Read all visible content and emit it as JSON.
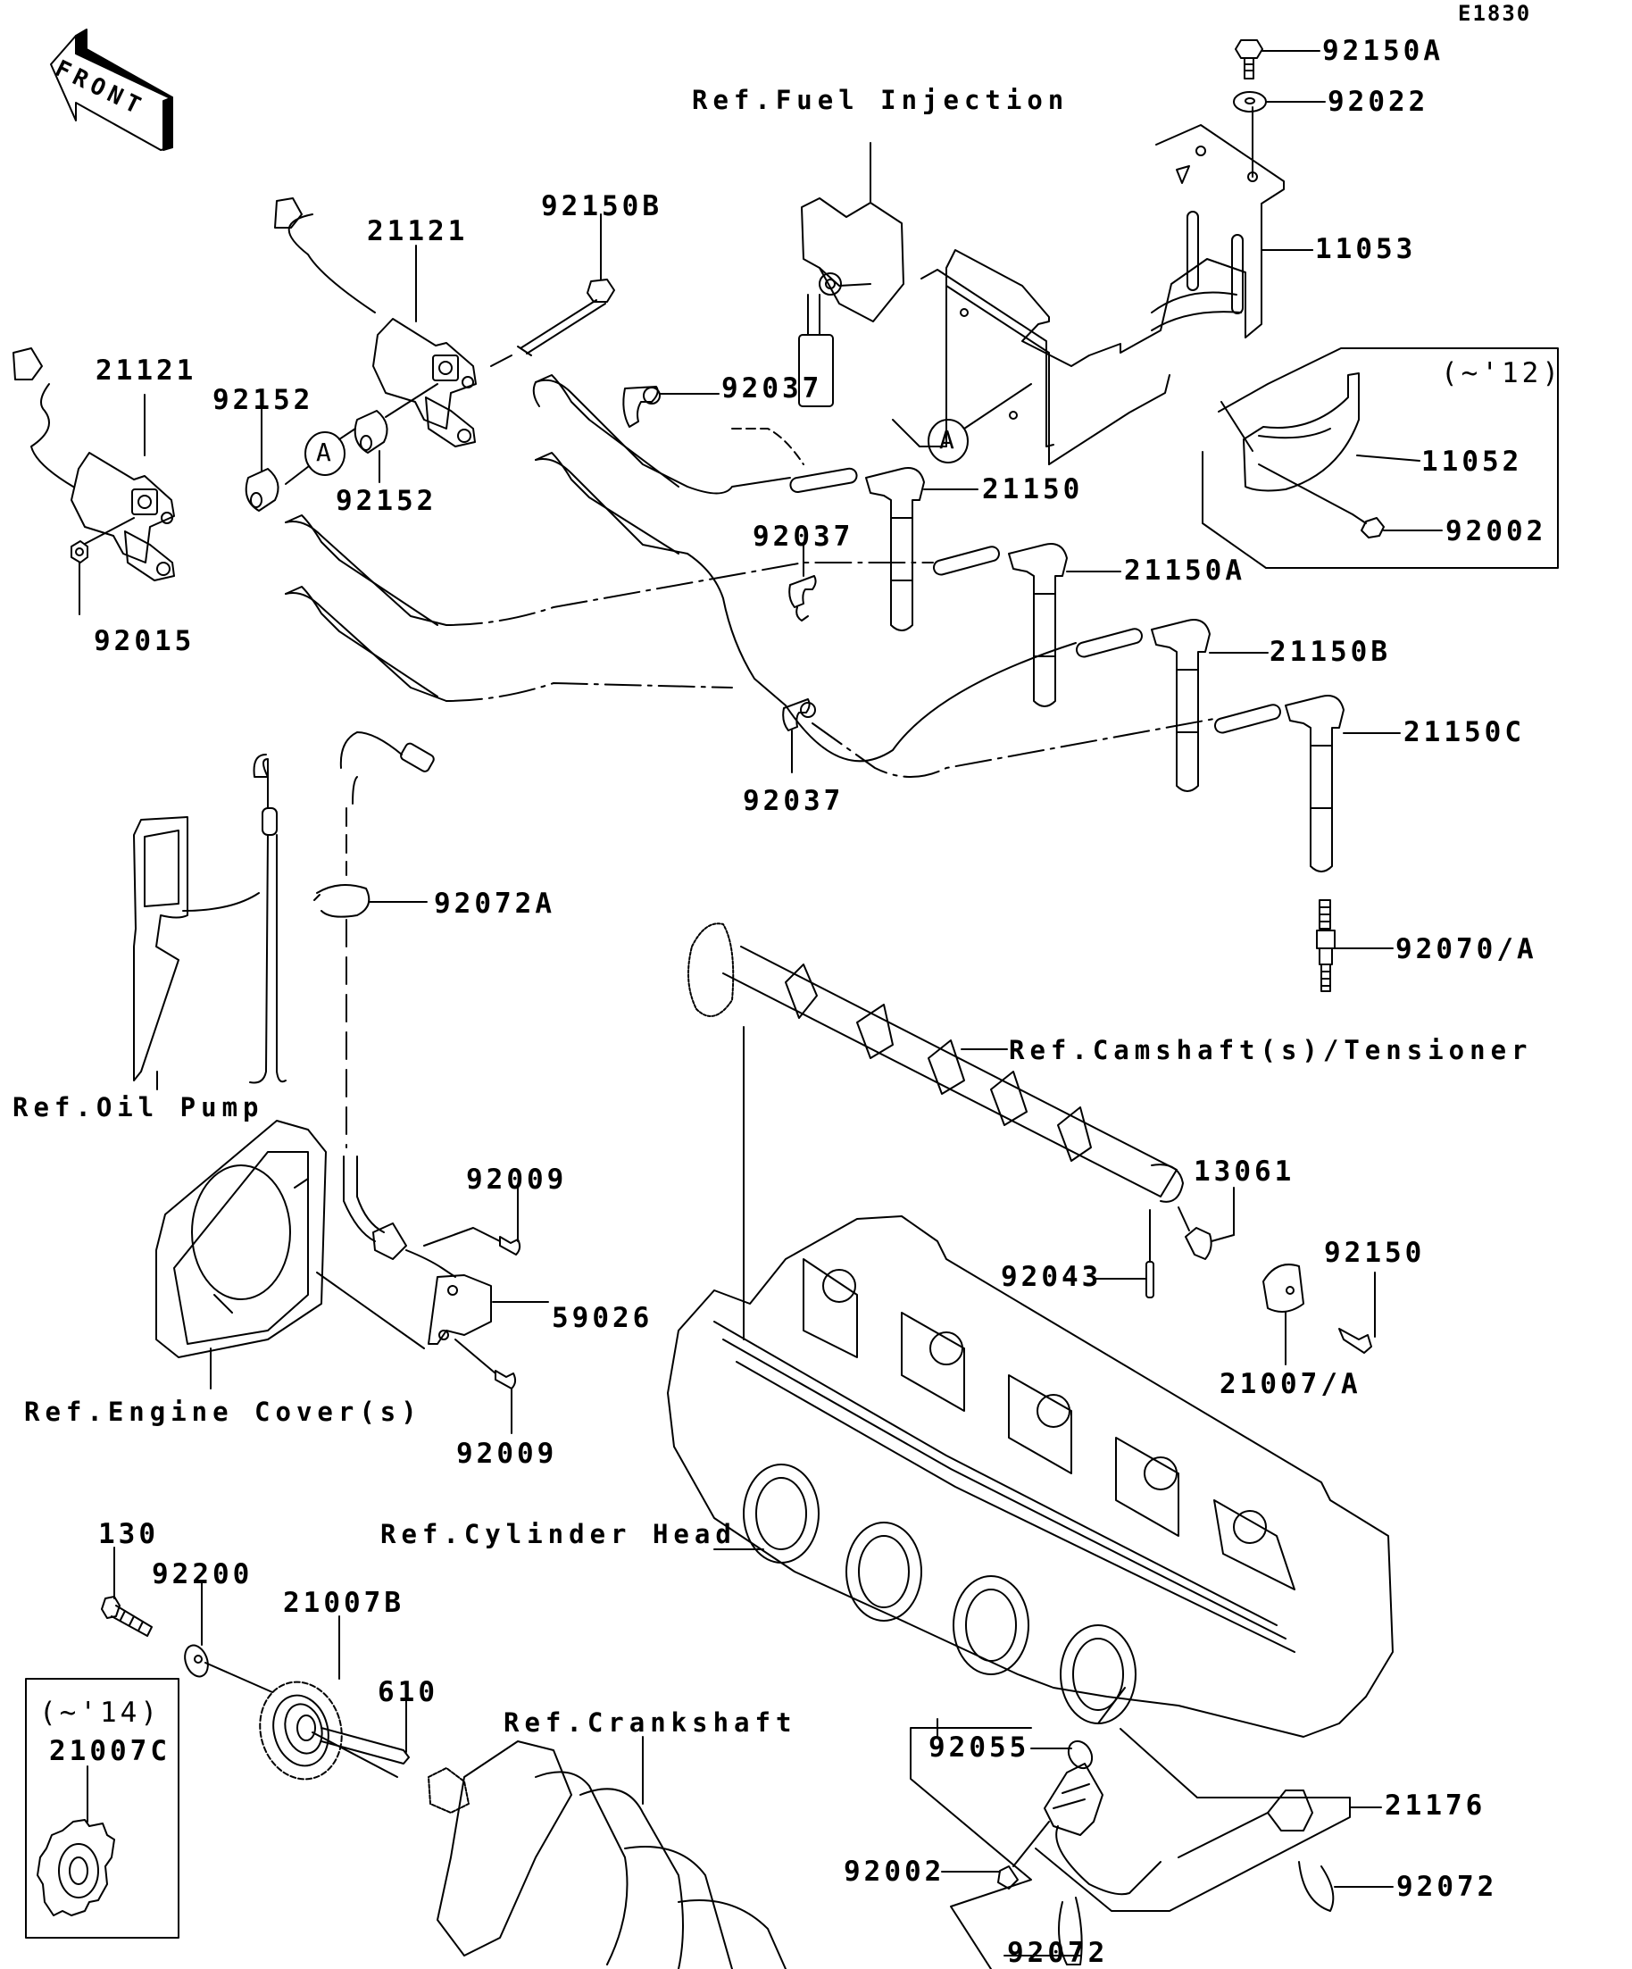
{
  "diagram": {
    "id_code": "E1830",
    "front_arrow": "FRONT",
    "references": {
      "fuel_injection": "Ref.Fuel Injection",
      "camshaft": "Ref.Camshaft(s)/Tensioner",
      "oil_pump": "Ref.Oil Pump",
      "engine_cover": "Ref.Engine Cover(s)",
      "cylinder_head": "Ref.Cylinder Head",
      "crankshaft": "Ref.Crankshaft"
    },
    "variant_notes": {
      "bracket_box": "(~'12)",
      "rotor_box": "(~'14)"
    },
    "connector_marker": "A",
    "parts": {
      "bolt_92150A": "92150A",
      "washer_92022": "92022",
      "bracket_11053": "11053",
      "bolt_92150B": "92150B",
      "coil_21121_upper": "21121",
      "coil_21121_lower": "21121",
      "collar_92152_left": "92152",
      "collar_92152_right": "92152",
      "clamp_92037_top": "92037",
      "cap_21150": "21150",
      "clamp_92037_mid": "92037",
      "cap_21150A": "21150A",
      "bracket_11052": "11052",
      "bolt_92002_box": "92002",
      "nut_92015": "92015",
      "cap_21150B": "21150B",
      "cap_21150C": "21150C",
      "clamp_92037_low": "92037",
      "band_92072A": "92072A",
      "spark_plug_92070A": "92070/A",
      "pin_13061": "13061",
      "screw_92009_upper": "92009",
      "bolt_92150": "92150",
      "pin_92043": "92043",
      "sensor_59026": "59026",
      "rotor_21007A": "21007/A",
      "screw_92009_lower": "92009",
      "bolt_130": "130",
      "washer_92200": "92200",
      "rotor_21007B": "21007B",
      "key_610": "610",
      "rotor_21007C": "21007C",
      "oring_92055": "92055",
      "sensor_21176": "21176",
      "bolt_92002_bottom": "92002",
      "band_92072_right": "92072",
      "band_92072_bottom": "92072"
    }
  }
}
